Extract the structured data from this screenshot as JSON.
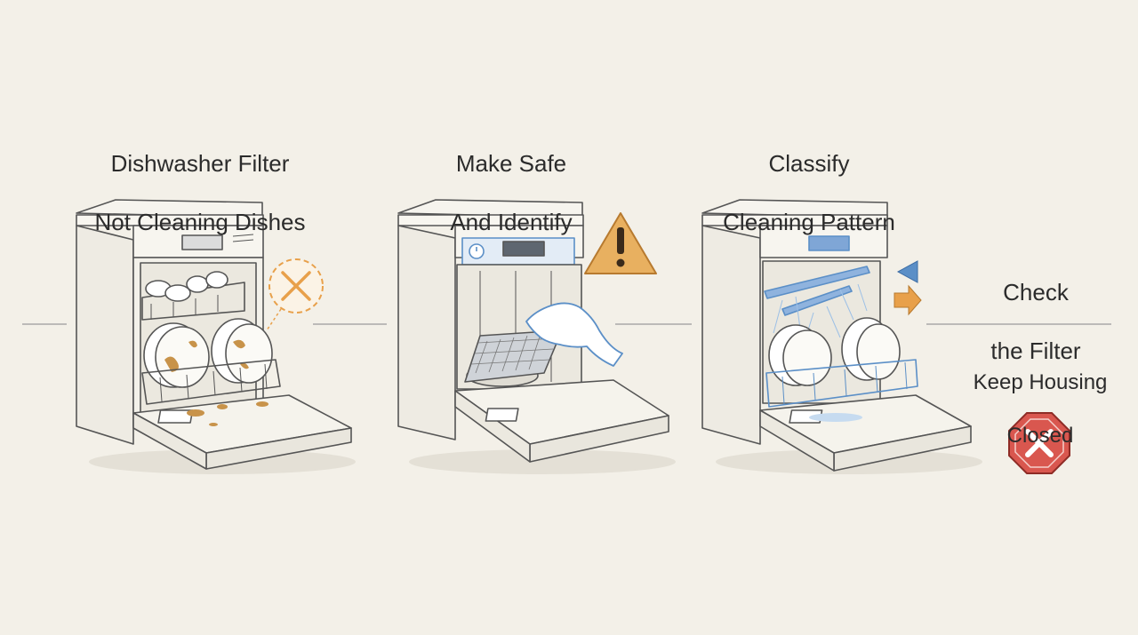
{
  "panels": [
    {
      "title_lines": [
        "Dishwasher Filter",
        "Not Cleaning Dishes"
      ]
    },
    {
      "title_lines": [
        "Make Safe",
        "And Identify"
      ]
    },
    {
      "title_lines": [
        "Classify",
        "Cleaning Pattern"
      ]
    }
  ],
  "side": {
    "top_lines": [
      "Check",
      "the Filter"
    ],
    "bottom_lines": [
      "Keep Housing",
      "Closed"
    ]
  },
  "icons": {
    "panel1": "x-circle-icon",
    "panel2": "warning-triangle-icon",
    "panel3": "direction-arrows-icon",
    "side": "stop-octagon-icon"
  },
  "colors": {
    "background": "#f3f0e8",
    "stain": "#c8934a",
    "warning": "#e8b060",
    "accent_blue": "#5b8fc7",
    "stop_red": "#d9574f",
    "arrow_orange": "#e8a04a",
    "line": "#555555"
  }
}
